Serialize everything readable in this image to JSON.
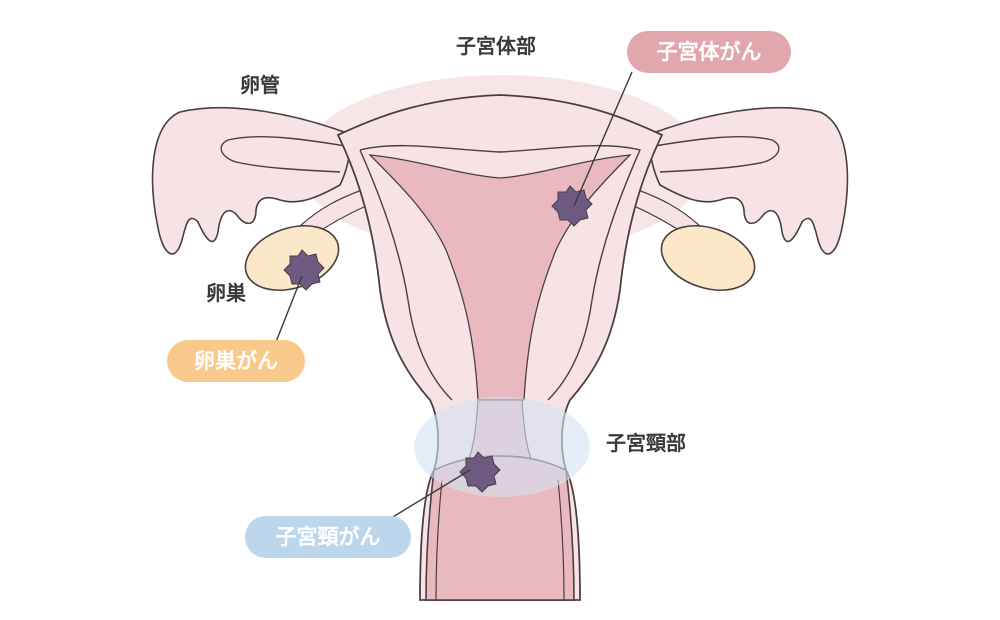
{
  "labels": {
    "fallopian_tube": "卵管",
    "uterine_body": "子宮体部",
    "ovary": "卵巣",
    "cervix": "子宮頸部"
  },
  "callouts": {
    "uterine_cancer": "子宮体がん",
    "ovarian_cancer": "卵巣がん",
    "cervical_cancer": "子宮頸がん"
  },
  "colors": {
    "outline": "#4a3f45",
    "tissue_light": "#f7e4e6",
    "tissue_mid": "#f0cfd3",
    "cavity": "#e9b9bf",
    "ovary_fill": "#fbe8c9",
    "tumor": "#6e5a80",
    "uterine_pill": "#e2a6ad",
    "ovarian_pill": "#f8c98a",
    "cervical_pill": "#bcd6ec"
  }
}
